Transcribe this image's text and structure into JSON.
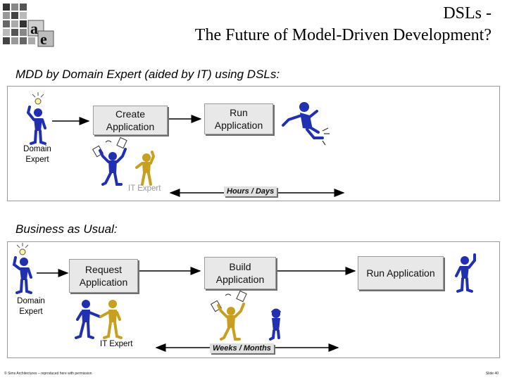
{
  "header": {
    "title_line1": "DSLs -",
    "title_line2": "The Future of Model-Driven Development?"
  },
  "section_mdd": {
    "heading": "MDD by Domain Expert (aided by IT) using DSLs:",
    "domain_expert_label": "Domain Expert",
    "it_expert_label": "IT Expert",
    "create_box": "Create Application",
    "run_box": "Run Application",
    "duration": "Hours / Days"
  },
  "section_bau": {
    "heading": "Business as Usual:",
    "domain_expert_label": "Domain Expert",
    "it_expert_label": "IT Expert",
    "request_box": "Request Application",
    "build_box": "Build Application",
    "run_box": "Run Application",
    "duration": "Weeks / Months"
  },
  "footer": {
    "copyright": "© Sims Architectures – reproduced here with permission",
    "slide": "Slide 40"
  },
  "colors": {
    "expert_figure": "#2030b0",
    "it_figure": "#c8a020",
    "box_fill": "#e8e8e8"
  }
}
